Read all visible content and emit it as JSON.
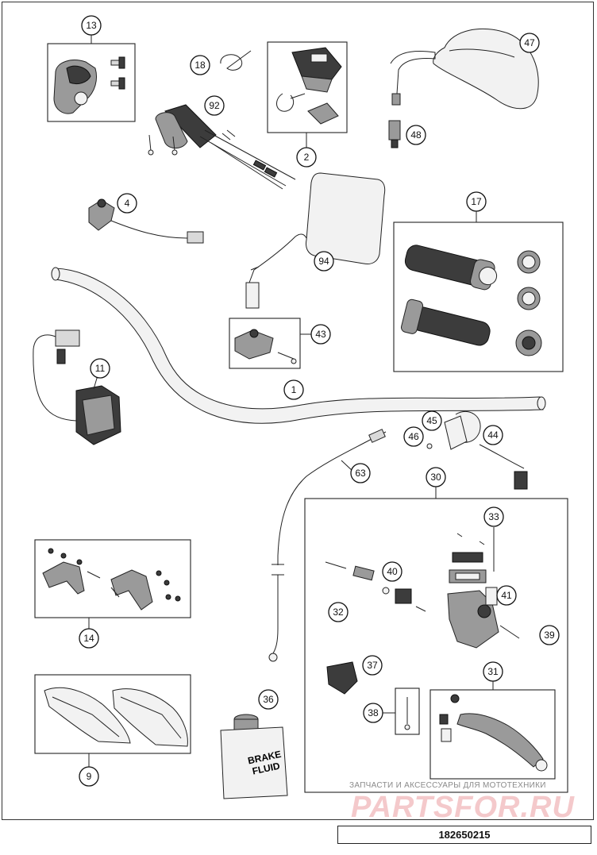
{
  "callouts": [
    {
      "label": "13"
    },
    {
      "label": "18"
    },
    {
      "label": "92"
    },
    {
      "label": "2"
    },
    {
      "label": "47"
    },
    {
      "label": "48"
    },
    {
      "label": "4"
    },
    {
      "label": "17"
    },
    {
      "label": "94"
    },
    {
      "label": "43"
    },
    {
      "label": "11"
    },
    {
      "label": "1"
    },
    {
      "label": "45"
    },
    {
      "label": "46"
    },
    {
      "label": "44"
    },
    {
      "label": "63"
    },
    {
      "label": "30"
    },
    {
      "label": "33"
    },
    {
      "label": "40"
    },
    {
      "label": "41"
    },
    {
      "label": "32"
    },
    {
      "label": "39"
    },
    {
      "label": "14"
    },
    {
      "label": "37"
    },
    {
      "label": "31"
    },
    {
      "label": "36"
    },
    {
      "label": "38"
    },
    {
      "label": "9"
    }
  ],
  "brake_fluid_label": [
    "BRAKE",
    "FLUID"
  ],
  "watermark": {
    "tagline": "ЗАПЧАСТИ И АКСЕССУАРЫ ДЛЯ МОТОТЕХНИКИ",
    "logo": "PARTSFOR.RU"
  },
  "document_number": "182650215"
}
